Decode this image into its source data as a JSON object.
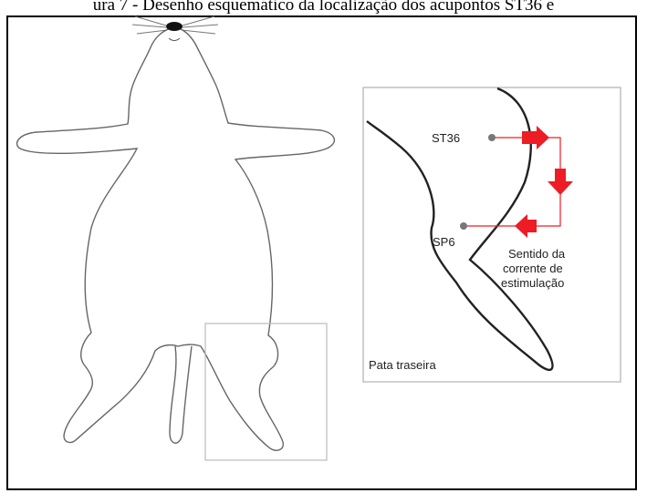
{
  "caption": "ura 7 - Desenho esquemático da localização dos acupontos ST36 e",
  "labels": {
    "st36": "ST36",
    "sp6": "SP6",
    "direction_line1": "Sentido da",
    "direction_line2": "corrente de",
    "direction_line3": "estimulação",
    "paw": "Pata traseira"
  },
  "colors": {
    "outline": "#555555",
    "thick_outline": "#222222",
    "arrow": "#ee1c25",
    "point": "#777777",
    "box": "#bbbbbb"
  }
}
